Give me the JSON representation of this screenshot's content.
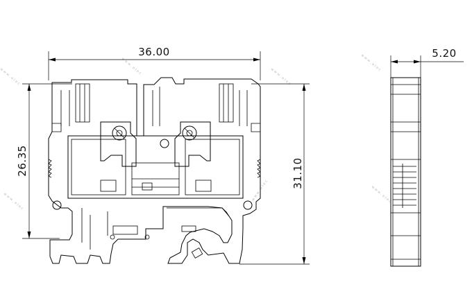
{
  "drawing": {
    "dimensions": {
      "overall_width": "36.00",
      "upper_height": "26.35",
      "overall_height": "31.10",
      "side_thickness": "5.20"
    }
  }
}
